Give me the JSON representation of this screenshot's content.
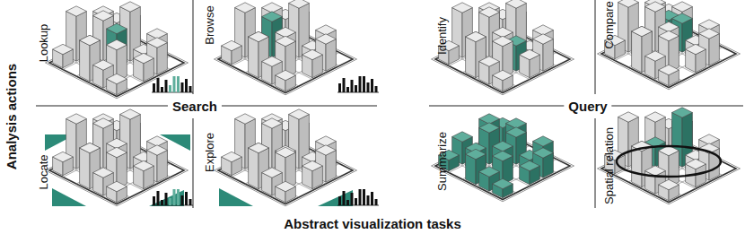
{
  "diagram": {
    "caption": "Abstract visualization tasks",
    "labels": [
      "Analysis actions",
      "Lookup",
      "Browse",
      "Search",
      "Locate",
      "Explore",
      "Identify",
      "Compare",
      "Query",
      "Summarize",
      "Spatial relation"
    ]
  }
}
